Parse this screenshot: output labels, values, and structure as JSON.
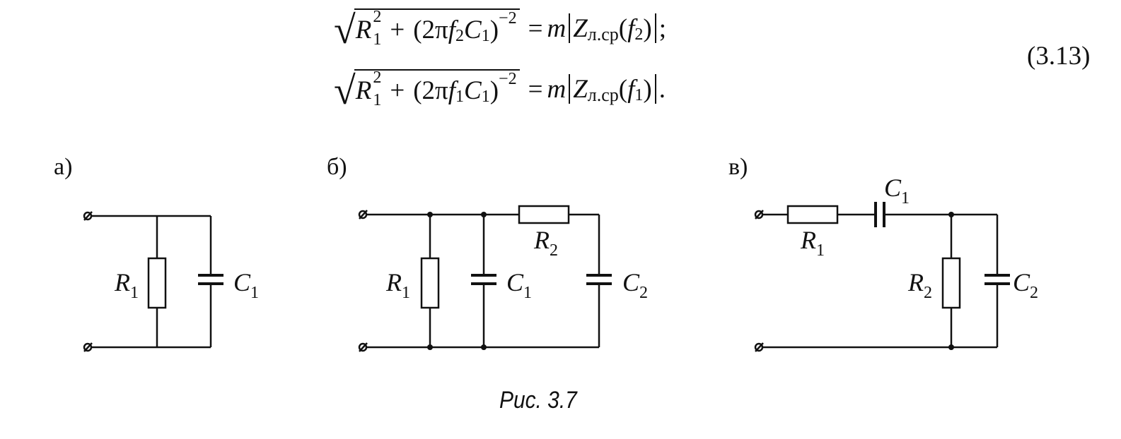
{
  "equation": {
    "number": "(3.13)",
    "line1": {
      "R": "R",
      "R_sub": "1",
      "R_sup": "2",
      "plus": "+",
      "open": "(2π",
      "f": "f",
      "f_sub": "2",
      "C": "C",
      "C_sub": "1",
      "close": ")",
      "exp": "−2",
      "eq": "=",
      "m": "m",
      "Z": "Z",
      "Z_sub": "л.ср",
      "arg_open": "(",
      "arg_f": "f",
      "arg_sub": "2",
      "arg_close": ")",
      "end": ";"
    },
    "line2": {
      "R": "R",
      "R_sub": "1",
      "R_sup": "2",
      "plus": "+",
      "open": "(2π",
      "f": "f",
      "f_sub": "1",
      "C": "C",
      "C_sub": "1",
      "close": ")",
      "exp": "−2",
      "eq": "=",
      "m": "m",
      "Z": "Z",
      "Z_sub": "л.ср",
      "arg_open": "(",
      "arg_f": "f",
      "arg_sub": "1",
      "arg_close": ")",
      "end": "."
    }
  },
  "panels": {
    "a": {
      "label": "а)",
      "components": [
        {
          "name": "R",
          "sub": "1"
        },
        {
          "name": "C",
          "sub": "1"
        }
      ]
    },
    "b": {
      "label": "б)",
      "components": [
        {
          "name": "R",
          "sub": "1"
        },
        {
          "name": "C",
          "sub": "1"
        },
        {
          "name": "R",
          "sub": "2"
        },
        {
          "name": "C",
          "sub": "2"
        }
      ]
    },
    "v": {
      "label": "в)",
      "components": [
        {
          "name": "R",
          "sub": "1"
        },
        {
          "name": "C",
          "sub": "1"
        },
        {
          "name": "R",
          "sub": "2"
        },
        {
          "name": "C",
          "sub": "2"
        }
      ]
    }
  },
  "caption": "Рис. 3.7"
}
